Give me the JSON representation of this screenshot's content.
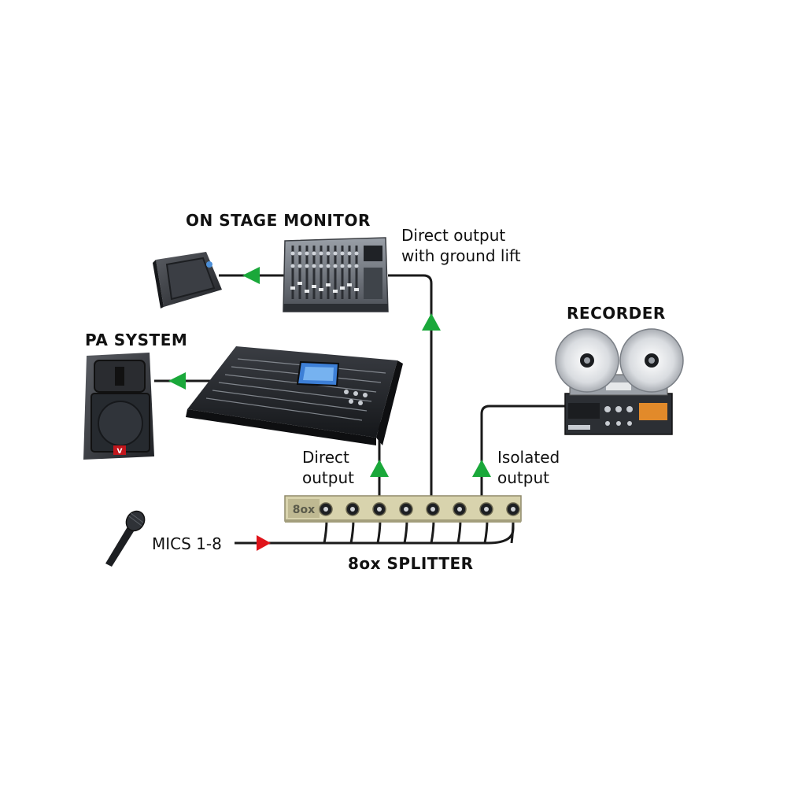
{
  "labels": {
    "stage_monitor": "ON STAGE MONITOR",
    "direct_ground_lift_1": "Direct output",
    "direct_ground_lift_2": "with ground lift",
    "recorder": "RECORDER",
    "pa_system": "PA SYSTEM",
    "direct_output_1": "Direct",
    "direct_output_2": "output",
    "isolated_output_1": "Isolated",
    "isolated_output_2": "output",
    "mics": "MICS 1-8",
    "splitter": "8ox SPLITTER",
    "splitter_brand": "8ox"
  },
  "colors": {
    "cable": "#1a1a1a",
    "output_arrow": "#1aa83a",
    "input_arrow": "#e0131a",
    "rack_panel": "#d8d3ad",
    "device_dark": "#2e3136",
    "screen": "#3d7fd6"
  },
  "icons": [
    "stage-monitor-wedge-icon",
    "mixer-console-icon",
    "pa-speaker-icon",
    "digital-console-icon",
    "reel-to-reel-recorder-icon",
    "microphone-icon",
    "splitter-rack-icon"
  ]
}
